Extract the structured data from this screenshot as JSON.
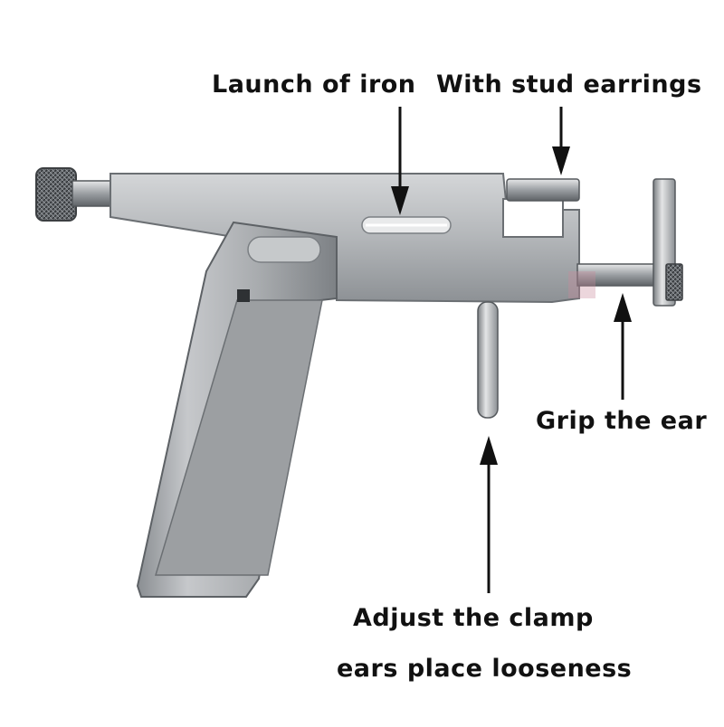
{
  "labels": {
    "launch": "Launch of iron",
    "stud": "With stud earrings",
    "grip": "Grip the ear",
    "adjust_line1": "Adjust the clamp",
    "adjust_line2": "ears place looseness"
  },
  "colors": {
    "metal_light": "#c9cbcd",
    "metal_mid": "#a4a7aa",
    "metal_dark": "#6f7377",
    "arrow": "#111111"
  }
}
